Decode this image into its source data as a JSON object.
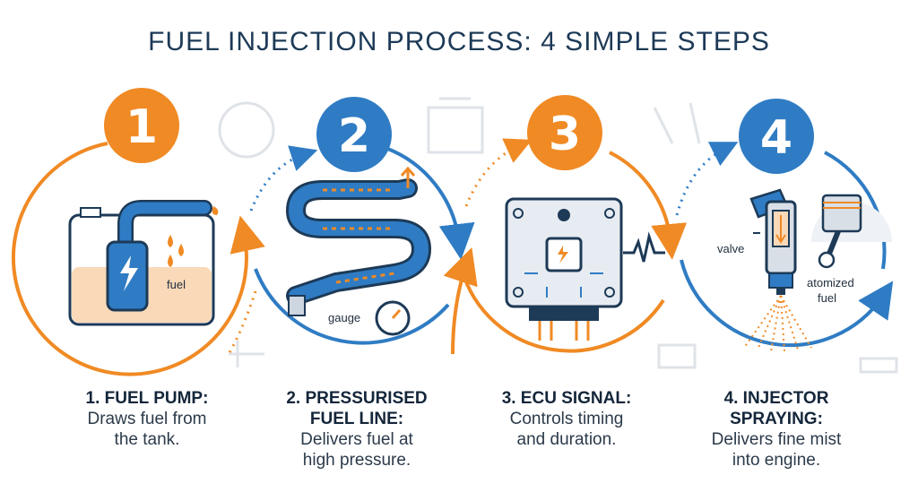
{
  "title": "FUEL INJECTION PROCESS: 4 SIMPLE STEPS",
  "colors": {
    "orange": "#f08a24",
    "blue": "#2f7cc4",
    "navy": "#1d3a57",
    "faint": "#dfe3e8"
  },
  "steps": [
    {
      "number": "1",
      "heading": "1. FUEL PUMP:",
      "line1": "Draws fuel from",
      "line2": "the tank.",
      "color": "#f08a24",
      "labels": {
        "fuel": "fuel"
      }
    },
    {
      "number": "2",
      "heading1": "2. PRESSURISED",
      "heading2": "FUEL LINE:",
      "line1": "Delivers fuel at",
      "line2": "high pressure.",
      "color": "#2f7cc4",
      "labels": {
        "gauge": "gauge"
      }
    },
    {
      "number": "3",
      "heading": "3. ECU SIGNAL:",
      "line1": "Controls timing",
      "line2": "and duration.",
      "color": "#f08a24"
    },
    {
      "number": "4",
      "heading1": "4. INJECTOR",
      "heading2": "SPRAYING:",
      "line1": "Delivers fine mist",
      "line2": "into engine.",
      "color": "#2f7cc4",
      "labels": {
        "valve": "valve",
        "atomized1": "atomized",
        "atomized2": "fuel"
      }
    }
  ]
}
